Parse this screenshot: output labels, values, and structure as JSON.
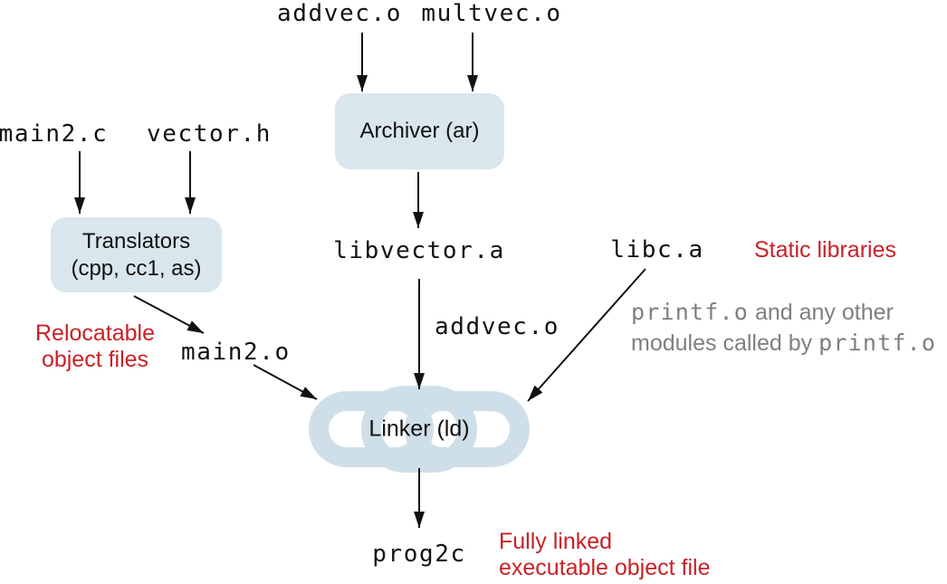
{
  "colors": {
    "box_fill": "#d9e6ed",
    "chain_fill": "#cfdfe9",
    "red": "#c82127",
    "gray": "#7f7f7f",
    "ink": "#111111"
  },
  "nodes": {
    "addvec_top": "addvec.o",
    "multvec_top": "multvec.o",
    "main2_c": "main2.c",
    "vector_h": "vector.h",
    "archiver": "Archiver (ar)",
    "translators_line1": "Translators",
    "translators_line2": "(cpp, cc1, as)",
    "libvector": "libvector.a",
    "libc": "libc.a",
    "main2_o": "main2.o",
    "addvec_edge": "addvec.o",
    "linker": "Linker (ld)",
    "prog2c": "prog2c"
  },
  "notes": {
    "static_libraries": "Static libraries",
    "relocatable_line1": "Relocatable",
    "relocatable_line2": "object files",
    "printf_mono1": "printf.o",
    "printf_text1": " and any other",
    "printf_text2": "modules called by ",
    "printf_mono2": "printf.o",
    "fully_linked_line1": "Fully linked",
    "fully_linked_line2": "executable object file"
  }
}
